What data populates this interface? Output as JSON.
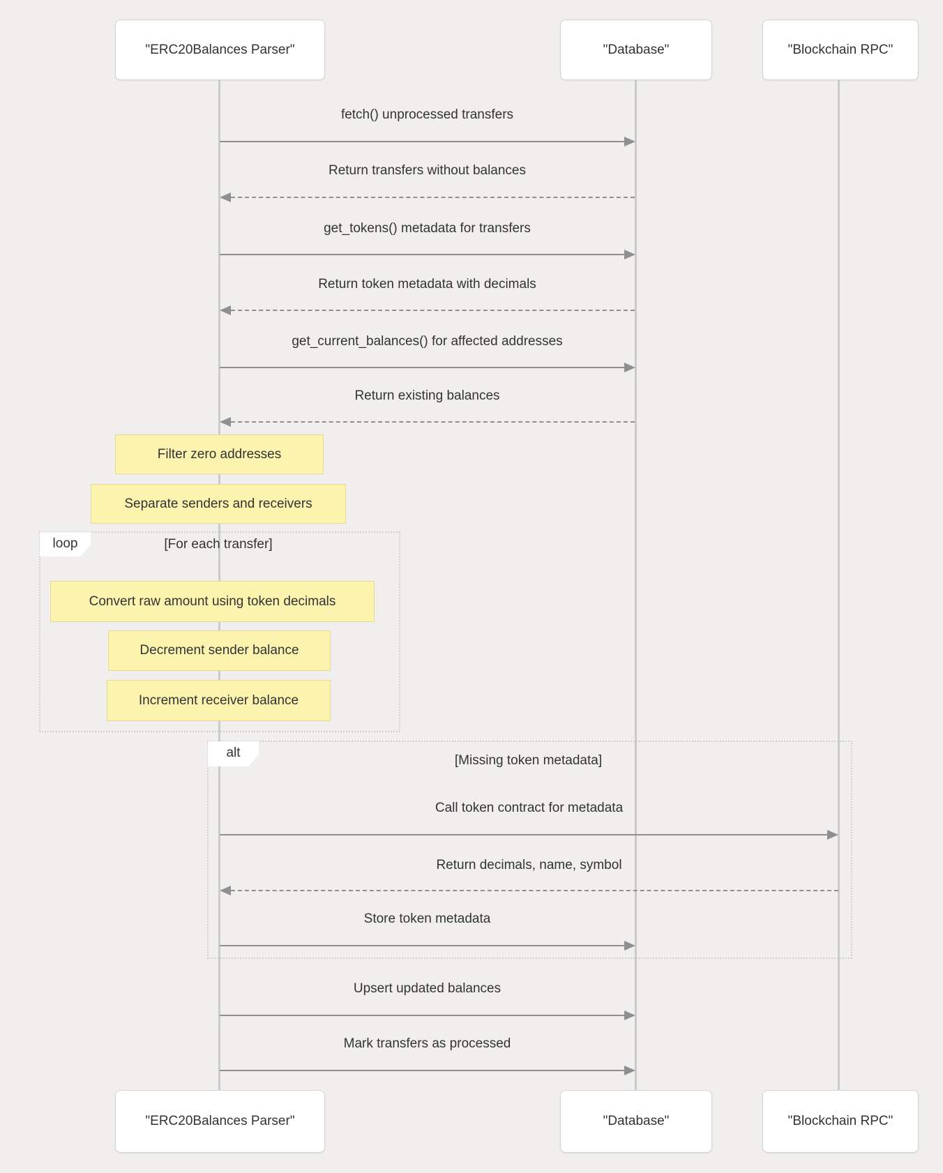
{
  "diagram": {
    "type": "sequence-diagram",
    "participants": [
      {
        "id": "parser",
        "label": "\"ERC20Balances Parser\""
      },
      {
        "id": "database",
        "label": "\"Database\""
      },
      {
        "id": "rpc",
        "label": "\"Blockchain RPC\""
      }
    ],
    "messages": [
      {
        "text": "fetch() unprocessed transfers",
        "from": "parser",
        "to": "database",
        "style": "solid"
      },
      {
        "text": "Return transfers without balances",
        "from": "database",
        "to": "parser",
        "style": "dashed"
      },
      {
        "text": "get_tokens() metadata for transfers",
        "from": "parser",
        "to": "database",
        "style": "solid"
      },
      {
        "text": "Return token metadata with decimals",
        "from": "database",
        "to": "parser",
        "style": "dashed"
      },
      {
        "text": "get_current_balances() for affected addresses",
        "from": "parser",
        "to": "database",
        "style": "solid"
      },
      {
        "text": "Return existing balances",
        "from": "database",
        "to": "parser",
        "style": "dashed"
      },
      {
        "text": "Call token contract for metadata",
        "from": "parser",
        "to": "rpc",
        "style": "solid"
      },
      {
        "text": "Return decimals, name, symbol",
        "from": "rpc",
        "to": "parser",
        "style": "dashed"
      },
      {
        "text": "Store token metadata",
        "from": "parser",
        "to": "database",
        "style": "solid"
      },
      {
        "text": "Upsert updated balances",
        "from": "parser",
        "to": "database",
        "style": "solid"
      },
      {
        "text": "Mark transfers as processed",
        "from": "parser",
        "to": "database",
        "style": "solid"
      }
    ],
    "notes": [
      {
        "text": "Filter zero addresses"
      },
      {
        "text": "Separate senders and receivers"
      },
      {
        "text": "Convert raw amount using token decimals"
      },
      {
        "text": "Decrement sender balance"
      },
      {
        "text": "Increment receiver balance"
      }
    ],
    "fragments": [
      {
        "label": "loop",
        "condition": "[For each transfer]"
      },
      {
        "label": "alt",
        "condition": "[Missing token metadata]"
      }
    ],
    "colors": {
      "background": "#f0efed",
      "text": "#333333",
      "arrow": "#8f8f8f",
      "lifeline": "#cbcbcb",
      "box_fill": "#ffffff",
      "box_border": "#d6d4d0",
      "note_fill": "#fcf3ae",
      "note_border": "#e6d996",
      "frame_border": "#cfcfcf"
    }
  }
}
